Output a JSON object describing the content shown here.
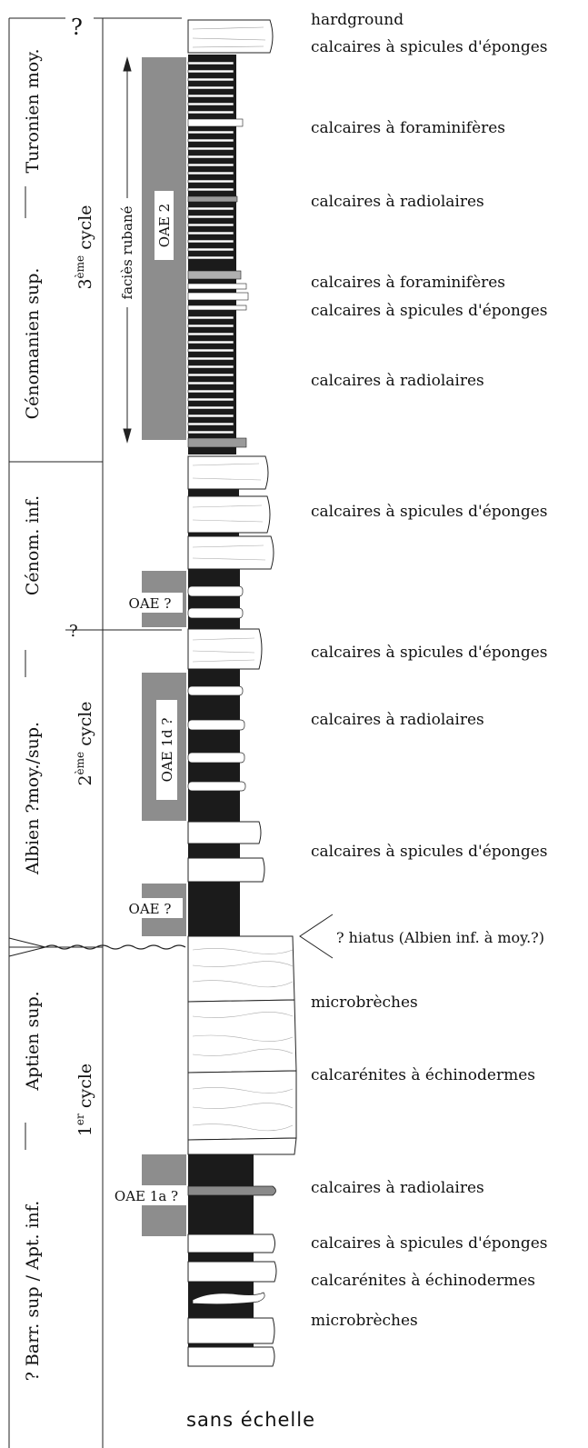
{
  "stages": [
    {
      "label": "Turonien moy."
    },
    {
      "label": "Cénomanien sup."
    },
    {
      "label": "Cénom. inf."
    },
    {
      "label": "Albien ?moy./sup."
    },
    {
      "label": "Aptien sup."
    },
    {
      "label": "? Barr. sup / Apt. inf."
    }
  ],
  "question_marks": {
    "top": "?",
    "mid": "?"
  },
  "cycles": [
    {
      "base": "3",
      "sup": "ème",
      "word": " cycle"
    },
    {
      "base": "2",
      "sup": "ème",
      "word": " cycle"
    },
    {
      "base": "1",
      "sup": "er",
      "word": " cycle"
    }
  ],
  "facies_rubane": "faciès rubané",
  "oae_events": [
    {
      "label": "OAE 2"
    },
    {
      "label": "OAE ?"
    },
    {
      "label": "OAE 1d ?"
    },
    {
      "label": "OAE ?"
    },
    {
      "label": "OAE 1a ?"
    }
  ],
  "lithology_labels": [
    {
      "text": "hardground"
    },
    {
      "text": "calcaires à spicules d'éponges"
    },
    {
      "text": "calcaires à foraminifères"
    },
    {
      "text": "calcaires à radiolaires"
    },
    {
      "text": "calcaires à foraminifères"
    },
    {
      "text": "calcaires à spicules d'éponges"
    },
    {
      "text": "calcaires à radiolaires"
    },
    {
      "text": "calcaires à spicules d'éponges"
    },
    {
      "text": "calcaires à spicules d'éponges"
    },
    {
      "text": "calcaires à radiolaires"
    },
    {
      "text": "calcaires à spicules d'éponges"
    },
    {
      "text": "? hiatus (Albien inf. à moy.?)"
    },
    {
      "text": "microbrèches"
    },
    {
      "text": "calcarénites à échinodermes"
    },
    {
      "text": "calcaires à radiolaires"
    },
    {
      "text": "calcaires à spicules d'éponges"
    },
    {
      "text": "calcarénites à échinodermes"
    },
    {
      "text": "microbrèches"
    }
  ],
  "scale_note": "sans échelle"
}
